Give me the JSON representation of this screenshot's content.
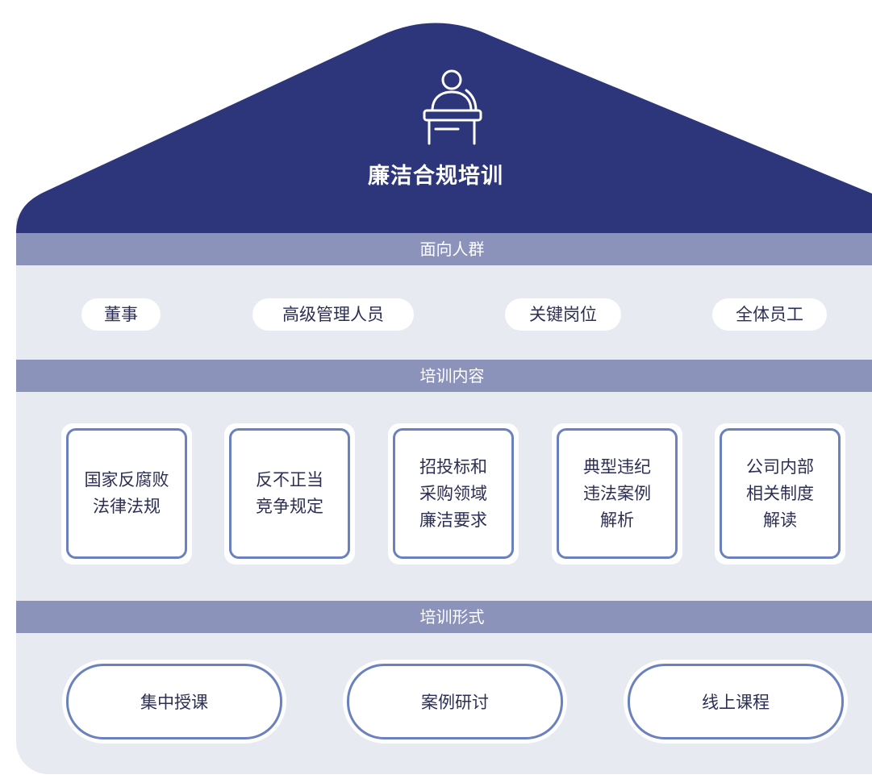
{
  "roof": {
    "title": "廉洁合规培训",
    "icon": "lecturer-podium-icon",
    "color": "#2d367a"
  },
  "audience": {
    "header": "面向人群",
    "items": [
      "董事",
      "高级管理人员",
      "关键岗位",
      "全体员工"
    ]
  },
  "content": {
    "header": "培训内容",
    "items": [
      "国家反腐败\n法律法规",
      "反不正当\n竞争规定",
      "招投标和\n采购领域\n廉洁要求",
      "典型违纪\n违法案例\n解析",
      "公司内部\n相关制度\n解读"
    ]
  },
  "format": {
    "header": "培训形式",
    "items": [
      "集中授课",
      "案例研讨",
      "线上课程"
    ]
  },
  "colors": {
    "navy": "#2d367a",
    "band": "#8b93ba",
    "panel": "#e8eaf2",
    "outline": "#6a81bd"
  }
}
